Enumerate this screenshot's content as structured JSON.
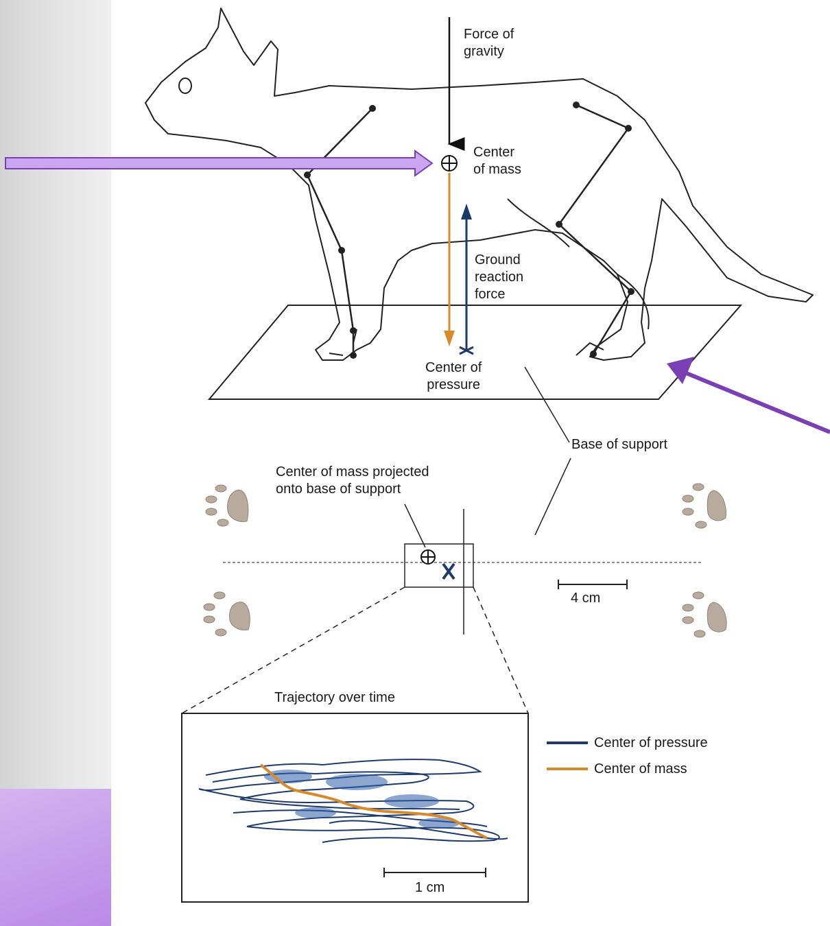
{
  "colors": {
    "accent_purple": "#7a3fb3",
    "center_of_pressure": "#1d3a6b",
    "center_of_mass": "#d58a2c",
    "paw": "#b8ab9e"
  },
  "labels": {
    "force_of_gravity": "Force of\ngravity",
    "center_of_mass_top": "Center\nof mass",
    "ground_reaction_force": "Ground\nreaction\nforce",
    "center_of_pressure": "Center of\npressure",
    "base_of_support": "Base of support",
    "com_projected": "Center of mass projected\nonto base of support",
    "scale_4cm": "4 cm",
    "trajectory_title": "Trajectory over time",
    "scale_1cm": "1 cm"
  },
  "legend": [
    {
      "label": "Center of pressure",
      "color": "#1d3a6b"
    },
    {
      "label": "Center of mass",
      "color": "#d58a2c"
    }
  ]
}
